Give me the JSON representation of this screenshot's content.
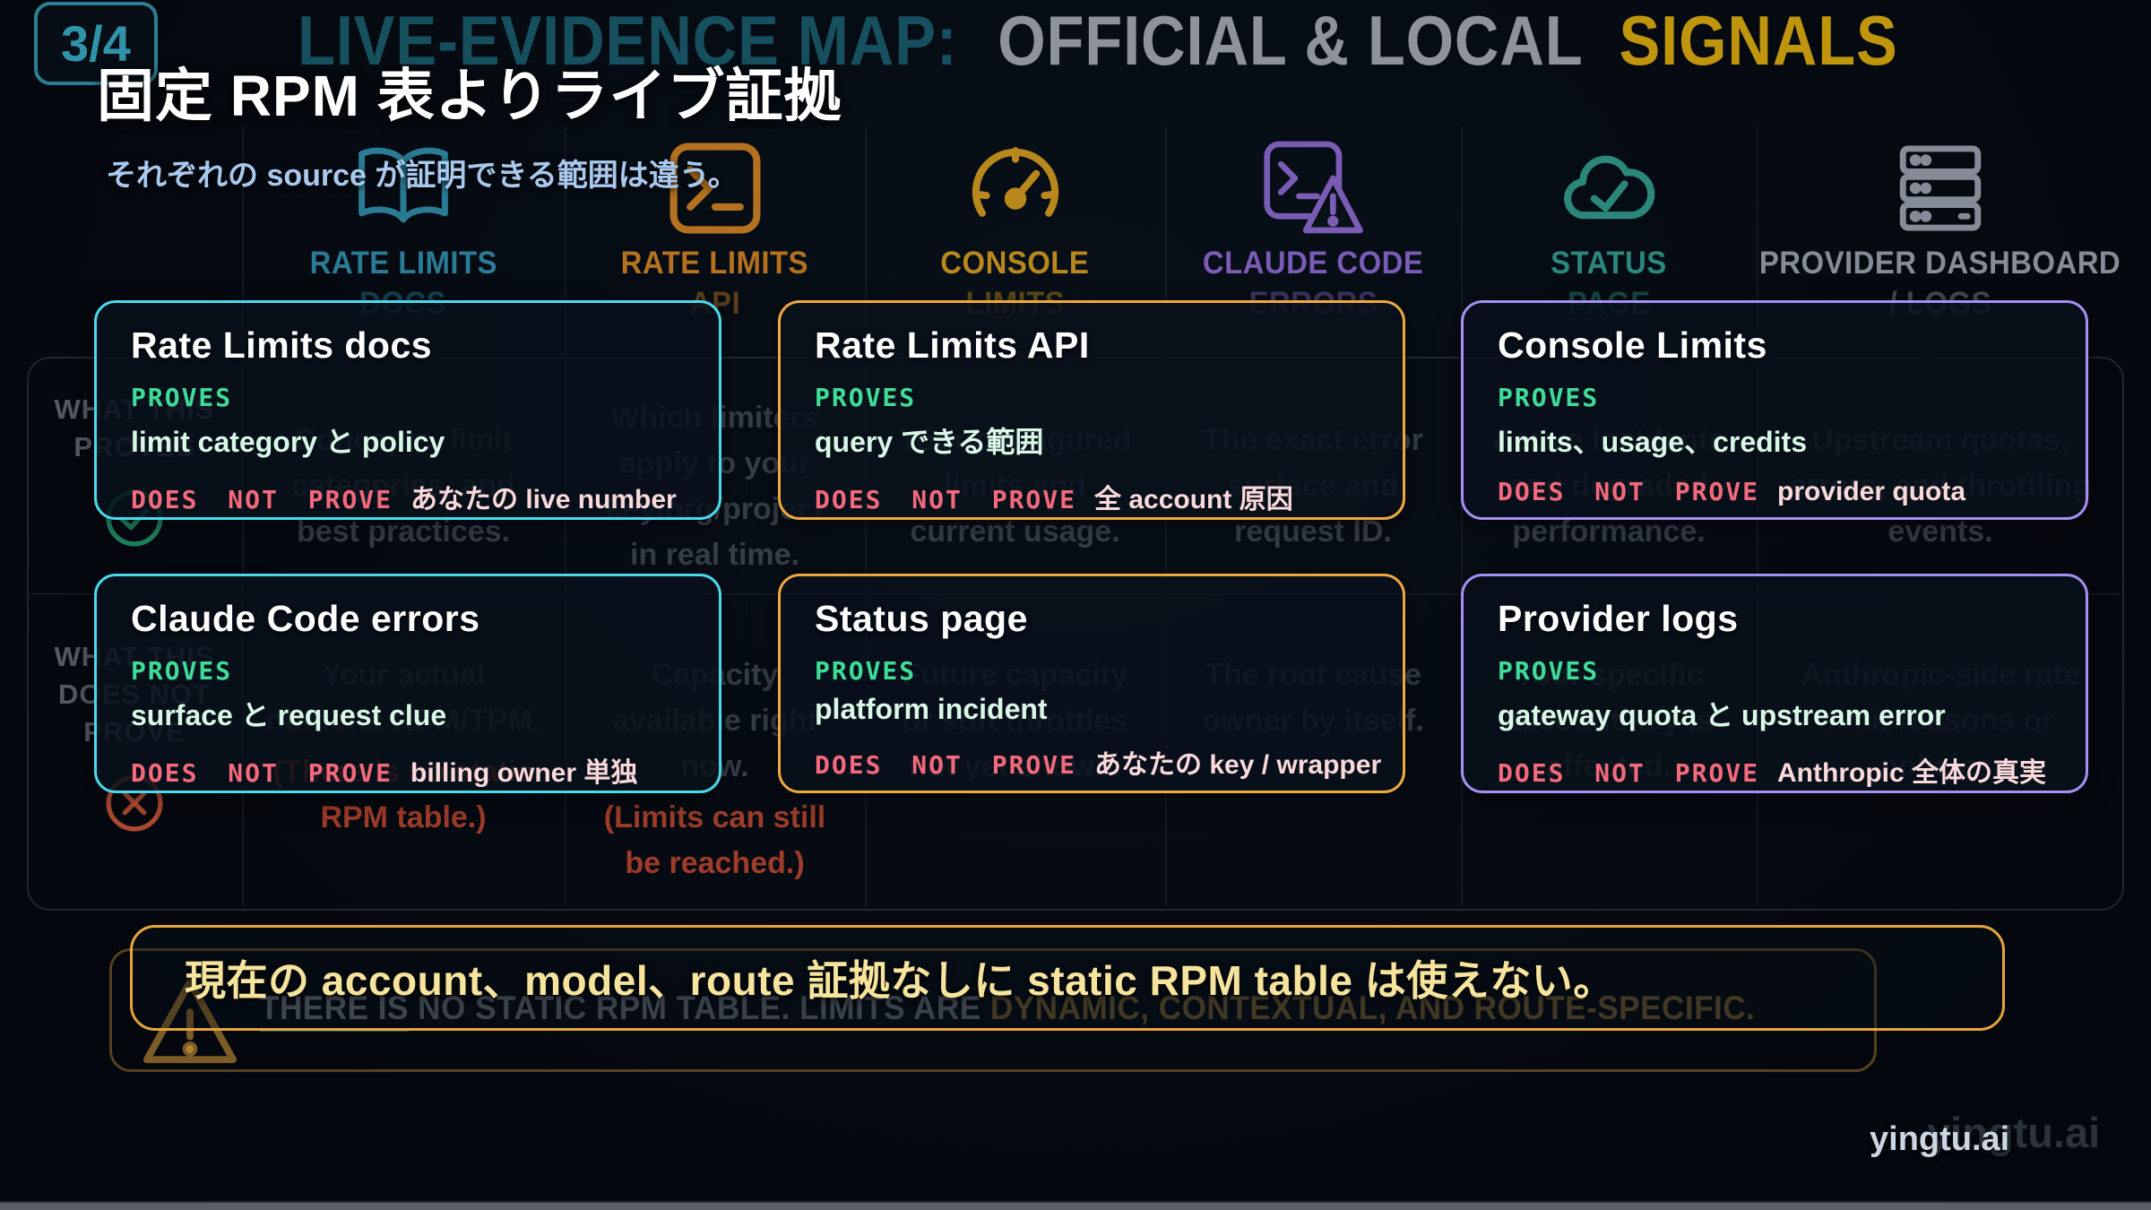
{
  "slide": {
    "badge": "3/4",
    "bg_title": {
      "part1": "LIVE-EVIDENCE MAP:",
      "part2": "OFFICIAL & LOCAL",
      "part3": "SIGNALS"
    },
    "title": "固定 RPM 表よりライブ証拠",
    "subtitle": "それぞれの source が証明できる範囲は違う。",
    "banner": "現在の account、model、route 証拠なしに static RPM table は使えない。",
    "watermark": "yingtu.ai",
    "watermark_echo": "yingtu.ai"
  },
  "labels": {
    "proves": "PROVES",
    "does_not_prove": "DOES NOT PROVE"
  },
  "accents": {
    "cyan": "#4ad9ec",
    "orange": "#efa83e",
    "purple": "#a48ff2",
    "proves_green": "#3fdc98",
    "not_prove_red": "#f4697c",
    "banner_gold": "#e6a43c",
    "banner_text_gold": "#f6e49d",
    "subtitle_blue": "#a9c9ef",
    "signals_gold": "#bf950e"
  },
  "columns": [
    {
      "label1": "RATE LIMITS",
      "label2": "DOCS",
      "icon": "book-open-icon",
      "accent": "#2a7b94",
      "row1": "Concepts, limit categories, and best practices.",
      "row2": "Your actual numeric RPM/TPM.",
      "row2_note": "(There is no static RPM table.)"
    },
    {
      "label1": "RATE LIMITS",
      "label2": "API",
      "icon": "terminal-icon",
      "accent": "#b4711f",
      "row1": "Which limiters apply to your key/org/project in real time.",
      "row2": "Capacity available right now.",
      "row2_note": "(Limits can still be reached.)"
    },
    {
      "label1": "CONSOLE",
      "label2": "LIMITS",
      "icon": "gauge-icon",
      "accent": "#b8881c",
      "row1": "Your configured limits and current usage.",
      "row2": "Future capacity or soft throttles not yet shown.",
      "row2_note": ""
    },
    {
      "label1": "CLAUDE CODE",
      "label2": "ERRORS",
      "icon": "terminal-warning-icon",
      "accent": "#7a5cb5",
      "row1": "The exact error surface and request ID.",
      "row2": "The root cause owner by itself.",
      "row2_note": ""
    },
    {
      "label1": "STATUS",
      "label2": "PAGE",
      "icon": "cloud-check-icon",
      "accent": "#2a877a",
      "row1": "Active incidents and degraded performance.",
      "row2": "Your specific account/key is affected.",
      "row2_note": ""
    },
    {
      "label1": "PROVIDER DASHBOARD",
      "label2": "/ LOGS",
      "icon": "server-icon",
      "accent": "#868c97",
      "row1": "Upstream quotas, errors, and throttling events.",
      "row2": "Anthropic-side rate limit reasons or policies.",
      "row2_note": ""
    }
  ],
  "row_headers": [
    {
      "text": "WHAT THIS PROVES",
      "icon": "check-circle-icon"
    },
    {
      "text": "WHAT THIS DOES NOT PROVE",
      "icon": "x-circle-icon"
    }
  ],
  "bg_footer": {
    "lead": "THERE IS",
    "mid": " NO STATIC RPM TABLE. LIMITS ARE ",
    "tail": "DYNAMIC, CONTEXTUAL, AND ROUTE-SPECIFIC."
  },
  "cards": [
    {
      "title": "Rate Limits docs",
      "proves": "limit category と policy",
      "not_prove": "あなたの live number",
      "accent": "#4ad9ec"
    },
    {
      "title": "Rate Limits API",
      "proves": "query できる範囲",
      "not_prove": "全 account 原因",
      "accent": "#efa83e"
    },
    {
      "title": "Console Limits",
      "proves": "limits、usage、credits",
      "not_prove": "provider quota",
      "accent": "#a48ff2"
    },
    {
      "title": "Claude Code errors",
      "proves": "surface と request clue",
      "not_prove": "billing owner 単独",
      "accent": "#4ad9ec"
    },
    {
      "title": "Status page",
      "proves": "platform incident",
      "not_prove": "あなたの key / wrapper",
      "accent": "#efa83e"
    },
    {
      "title": "Provider logs",
      "proves": "gateway quota と upstream error",
      "not_prove": "Anthropic 全体の真実",
      "accent": "#a48ff2"
    }
  ]
}
